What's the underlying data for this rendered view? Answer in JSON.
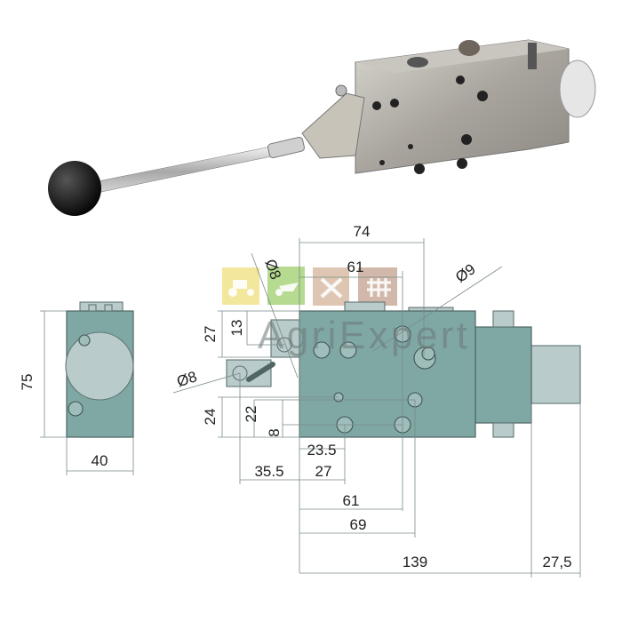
{
  "watermark": {
    "brand": "AgriExpert",
    "tile_colors": [
      "#f1e38c",
      "#a8d47d",
      "#d9bca6",
      "#c9ab9c"
    ]
  },
  "side_view": {
    "height_label": "75",
    "width_label": "40"
  },
  "front_view": {
    "top": {
      "d74": "74",
      "d61": "61",
      "dia9": "Ø9",
      "dia8_top": "Ø8"
    },
    "left": {
      "dia8_left": "Ø8",
      "d27": "27",
      "d13": "13",
      "d24": "24",
      "d22": "22",
      "d8": "8"
    },
    "bottom": {
      "d23_5": "23.5",
      "d35_5": "35.5",
      "d27": "27",
      "d61": "61",
      "d69": "69",
      "d139": "139",
      "d27_5": "27,5"
    }
  },
  "colors": {
    "body": "#7fa8a4",
    "photo_steel": "#b0aca6"
  }
}
